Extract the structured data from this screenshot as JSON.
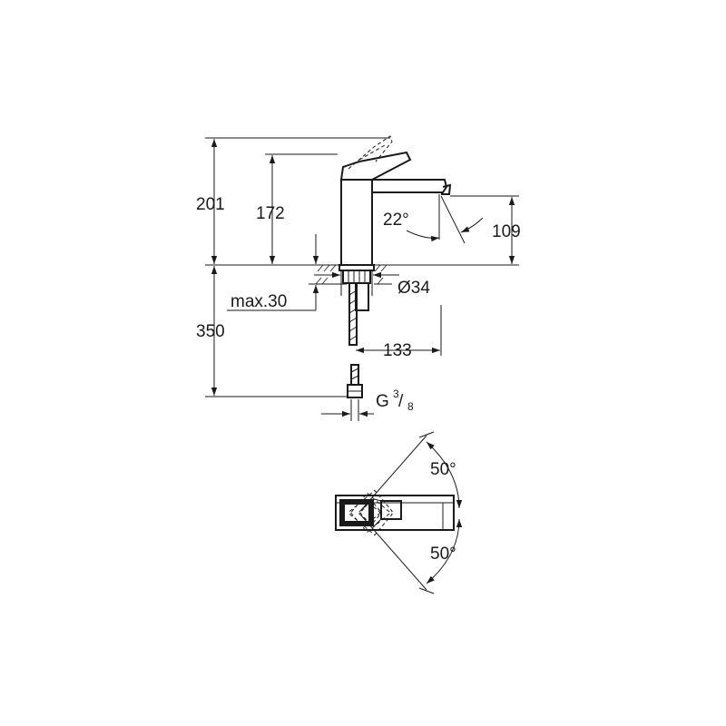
{
  "dimensions": {
    "total_height": "201",
    "spout_height": "172",
    "outlet_height": "109",
    "spray_angle": "22°",
    "hole_diameter": "Ø34",
    "max_thickness": "max.30",
    "hose_length": "350",
    "reach": "133",
    "connection": "G",
    "connection_sup": "3",
    "connection_sub": "8",
    "swivel_left": "50°",
    "swivel_right": "50°"
  }
}
